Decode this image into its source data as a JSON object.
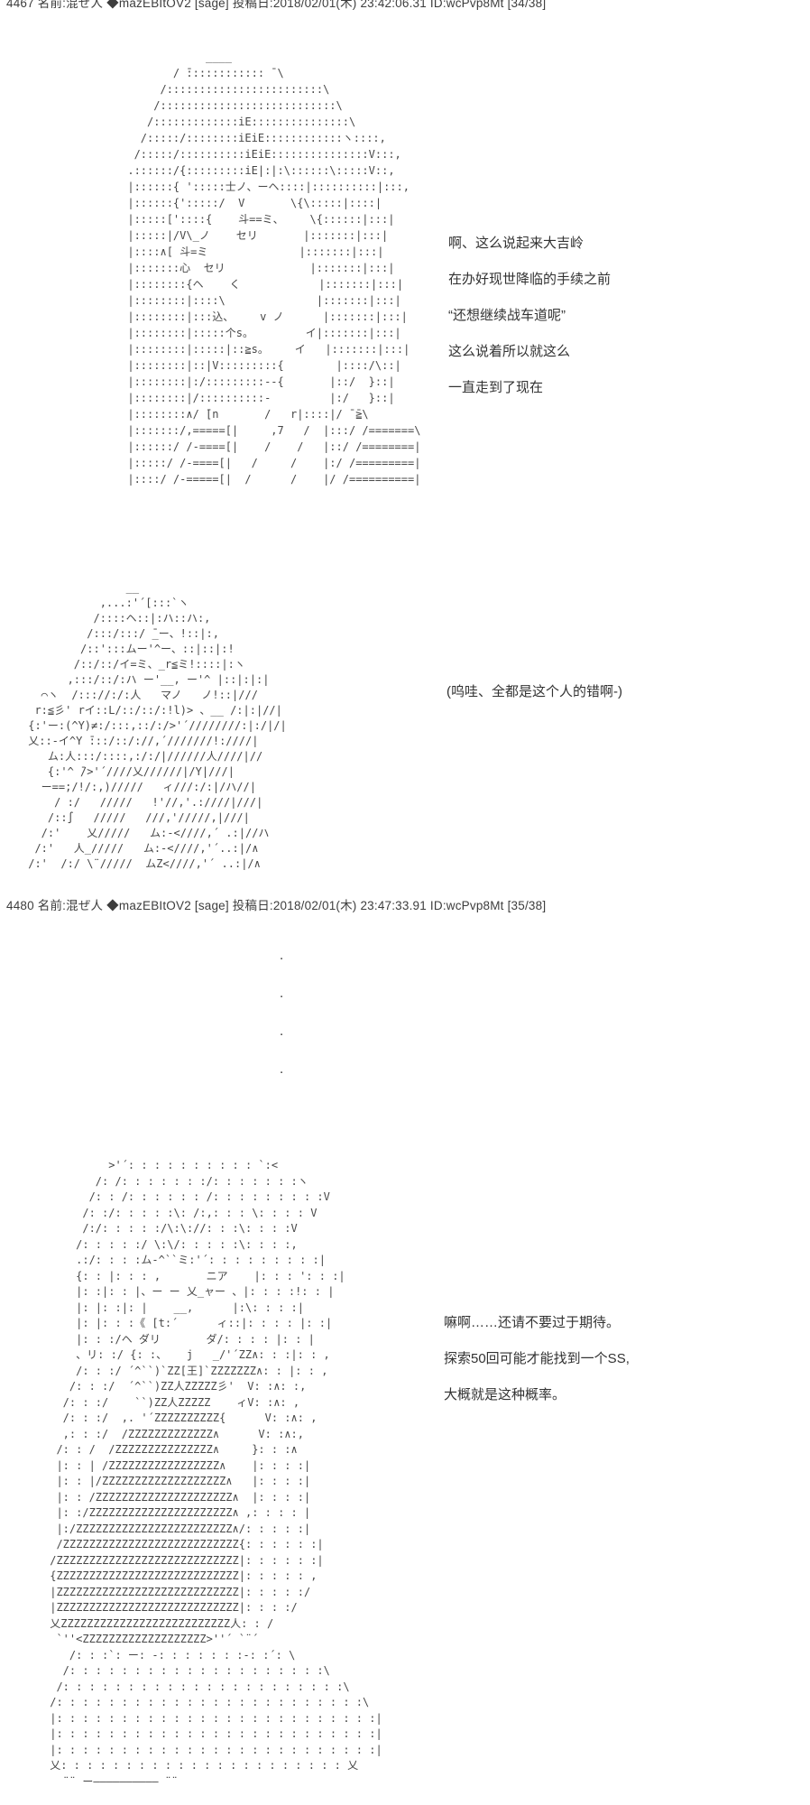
{
  "page": {
    "background_color": "#ffffff",
    "text_color": "#3d3d3d"
  },
  "post1": {
    "header": "4467 名前:混ぜ人 ◆mazEBItOV2 [sage] 投稿日:2018/02/01(木) 23:42:06.31 ID:wcPvp8Mt [34/38]",
    "aa1": "                  ____\n             / ̄:::::::::::: ̄ \\\n           /::::::::::::::::::::::::\\\n          /:::::::::::::::::::::::::::\\\n         /:::::::::::::iE:::::::::::::::\\\n        /:::::/::::::::iEiE::::::::::::ヽ::::,\n       /:::::/::::::::::iEiE:::::::::::::::V:::,\n      .::::::/{:::::::::iE|:|:\\::::::\\:::::V::,\n      |::::::{ ':::::士ノ、ーヘ::::|::::::::::|:::,\n      |::::::{':::::/  V       \\{\\:::::|::::|\n      |:::::['::::{    斗==ミ、    \\{::::::|:::|\n      |:::::|/V\\_ノ    セリ       |:::::::|:::|\n      |::::∧[ 斗=ミ              |:::::::|:::|\n      |:::::::心  セリ             |:::::::|:::|\n      |::::::::{ヘ    く            |:::::::|:::|\n      |::::::::|::::\\              |:::::::|:::|\n      |::::::::|:::込、    v ノ      |:::::::|:::|\n      |::::::::|:::::个s。        イ|:::::::|:::|\n      |::::::::|:::::|::≧s。    イ   |:::::::|:::|\n      |::::::::|::|V:::::::::{        |::::/\\::|\n      |::::::::|:/:::::::::‐-{       |::/  }::|\n      |::::::::|/::::::::::-         |:/   }::|\n      |::::::::∧/ ̄[n       /   r|::::|/ ̄ ̄≧\\\n      |:::::::/,=====[|     ,7   /  |:::/ /=======\\\n      |::::::/ /-====[|    /    /   |::/ /========|\n      |:::::/ /-====[|   /     /    |:/ /=========|\n      |::::/ /-=====[|  /      /    |/ /==========|",
    "dialogue": [
      "啊、这么说起来大吉岭",
      "在办好现世降临的手续之前",
      "“还想继续战车道呢”",
      "这么说着所以就这么",
      "一直走到了现在"
    ],
    "aa2": "                __\n            ,...:'´[:::`ヽ\n           /::::ヘ::|:ハ::ハ:,\n          /:::/:::/ ̄_ー、!::|:,\n         /::':::ムー'^ー、::|::|:!\n        /::/::/イ=ミ、_r≦ミ!::::|:ヽ\n       ,:::/::/:ハ ー'__, ー'^ |::|:|:|\n   ⌒ヽ  /::://:/:人   マノ   ノ!::|///\n  r:≦彡' rイ::L/::/::/:!l)> 、__ /:|:|//|\n {:'ー:(^Y)≠:/:::,::/:/>'´////////:|:/|/|\n 乂::-イ^Y ̄:::/::/://,´///////!:////|\n    ム:人:::/::::,:/:/|//////人////|//\n    {:'^ ̄/>'´////乂//////|/Y|///|\n   ー==;/!/:,)/////   ィ///:/:|/ハ//|\n     / :/   /////   !'//,'.:////|///|\n    /::∫   /////   ///,'/////,|///|\n   /:'    乂/////   ム:‐<////,´ .:|//ハ\n  /:'   人_/////   ム:‐<////,'´..:|/∧\n /:'  /:/ \\¨/////  ムZ<////,'´ ..:|/∧",
    "aside": "(呜哇、全都是这个人的错啊-)"
  },
  "post2": {
    "header": "4480 名前:混ぜ人 ◆mazEBItOV2 [sage] 投稿日:2018/02/01(木) 23:47:33.91 ID:wcPvp8Mt [35/38]",
    "dots": [
      ".",
      ".",
      ".",
      "."
    ],
    "aa3": "          >'´: : : : : : : : : : `:<\n        /: /: : : : : : :/: : : : : : :ヽ\n       /: : /: : : : : : /: : : : : : : : :V\n      /: :/: : : : :\\: /:,: : : \\: : : : V\n      /:/: : : : :/\\:\\://: : :\\: : : :V\n     /: : : : :/ \\:\\/: : : : :\\: : : :,\n     .:/: : : :ム‐^``ミ:'´: : : : : : : : :|\n     {: : |: : : ,       ニア    |: : : ': : :|\n     |: :|: : |、ー ー 乂_ャー 、|: : : :!: : |\n     |: |: :|: |    __,      |:\\: : : :|\n     |: |: : :《 [t:´      ィ::|: : : : |: :|\n     |: : :/ヘ ダリ       ダ/: : : : |: : |\n     、リ: :/ {: :、   j   _/'´ZZ∧: : :|: : ,\n     /: : :/ ´^``)`ZZ[王]`ZZZZZZZ∧: : |: : ,\n    /: : :/  ´^``)ZZ人ZZZZZ彡'  V: :∧: :,\n   /: : :/    ``)ZZ人ZZZZZ    ィV: :∧: ,\n   /: : :/  ,. '´ZZZZZZZZZZ{      V: :∧: ,\n   ,: : :/  /ZZZZZZZZZZZZZ∧      V: :∧:,\n  /: : /  /ZZZZZZZZZZZZZZZ∧     }: : :∧\n  |: : | /ZZZZZZZZZZZZZZZZZ∧    |: : : :|\n  |: : |/ZZZZZZZZZZZZZZZZZZZ∧   |: : : :|\n  |: : /ZZZZZZZZZZZZZZZZZZZZZ∧  |: : : :|\n  |: :/ZZZZZZZZZZZZZZZZZZZZZZ∧ ,: : : : |\n  |:/ZZZZZZZZZZZZZZZZZZZZZZZZ∧/: : : : :|\n  /ZZZZZZZZZZZZZZZZZZZZZZZZZZZ{: : : : : :|\n /ZZZZZZZZZZZZZZZZZZZZZZZZZZZZ|: : : : : :|\n {ZZZZZZZZZZZZZZZZZZZZZZZZZZZZ|: : : : : ,\n |ZZZZZZZZZZZZZZZZZZZZZZZZZZZZ|: : : : :/\n |ZZZZZZZZZZZZZZZZZZZZZZZZZZZZ|: : : :/\n 乂ZZZZZZZZZZZZZZZZZZZZZZZZZZ人: : /\n  `''<ZZZZZZZZZZZZZZZZZZZ>''´ `¨´\n    /: : :`: ー: -: : : : : : :-: :´: \\\n   /: : : : : : : : : : : : : : : : : : : :\\\n  /: : : : : : : : : : : : : : : : : : : : : :\\\n /: : : : : : : : : : : : : : : : : : : : : : : :\\\n |: : : : : : : : : : : : : : : : : : : : : : : : :|\n |: : : : : : : : : : : : : : : : : : : : : : : : :|\n |: : : : : : : : : : : : : : : : : : : : : : : : :|\n 乂: : : : : : : : : : : : : : : : : : : : : : 乂\n   ¨¨ ー―――――――――― ¨¨",
    "dialogue": [
      "嘛啊……还请不要过于期待。",
      "探索50回可能才能找到一个SS,",
      "大概就是这种概率。"
    ]
  }
}
